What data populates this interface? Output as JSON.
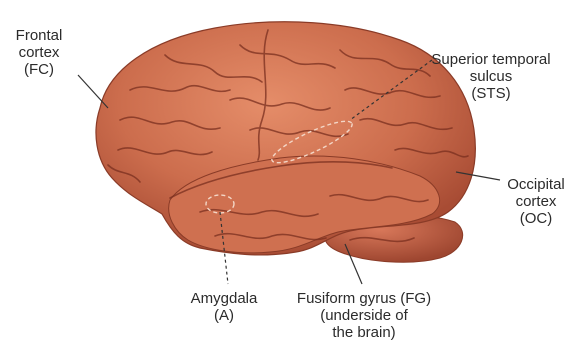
{
  "diagram": {
    "labels": {
      "frontal_cortex": "Frontal\ncortex\n(FC)",
      "superior_temporal_sulcus": "Superior temporal\nsulcus\n(STS)",
      "occipital_cortex": "Occipital\ncortex\n(OC)",
      "amygdala": "Amygdala\n(A)",
      "fusiform_gyrus": "Fusiform gyrus (FG)\n(underside of\nthe brain)"
    },
    "colors": {
      "brain_fill": "#c6684a",
      "brain_highlight": "#e08a66",
      "sulcus_line": "#7a2f1f",
      "leader_line": "#333333",
      "text": "#2b2b2b"
    }
  }
}
